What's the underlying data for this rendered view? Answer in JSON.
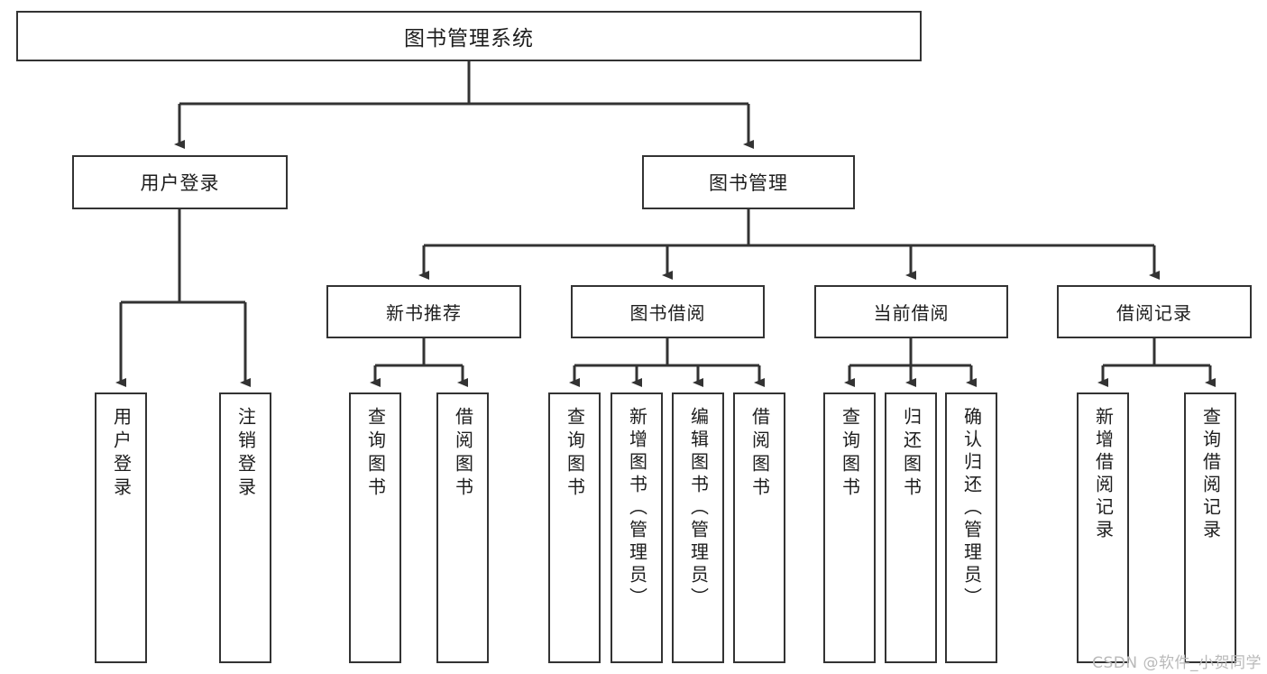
{
  "diagram": {
    "title": "图书管理系统",
    "type": "tree-hierarchy",
    "colors": {
      "background": "#ffffff",
      "node_fill": "#ffffff",
      "node_border": "#333333",
      "connector": "#333333",
      "text": "#1d1d1d",
      "watermark": "#b9b9b9"
    },
    "root": {
      "label": "图书管理系统"
    },
    "level1": [
      {
        "label": "用户登录"
      },
      {
        "label": "图书管理"
      }
    ],
    "level2": [
      {
        "label": "新书推荐"
      },
      {
        "label": "图书借阅"
      },
      {
        "label": "当前借阅"
      },
      {
        "label": "借阅记录"
      }
    ],
    "leaves": {
      "user_login": [
        {
          "label": "用户登录"
        },
        {
          "label": "注销登录"
        }
      ],
      "new_book_recommend": [
        {
          "label": "查询图书"
        },
        {
          "label": "借阅图书"
        }
      ],
      "book_borrow": [
        {
          "label": "查询图书"
        },
        {
          "label": "新增图书（管理员）"
        },
        {
          "label": "编辑图书（管理员）"
        },
        {
          "label": "借阅图书"
        }
      ],
      "current_borrow": [
        {
          "label": "查询图书"
        },
        {
          "label": "归还图书"
        },
        {
          "label": "确认归还（管理员）"
        }
      ],
      "borrow_record": [
        {
          "label": "新增借阅记录"
        },
        {
          "label": "查询借阅记录"
        }
      ]
    },
    "watermark": "CSDN @软件_小贺同学"
  }
}
